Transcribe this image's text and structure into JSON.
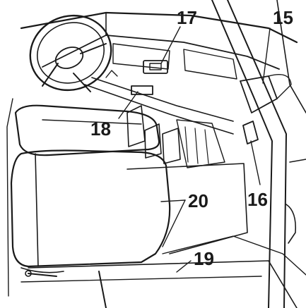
{
  "figure": {
    "callouts": [
      {
        "key": "c15",
        "label": "15"
      },
      {
        "key": "c16",
        "label": "16"
      },
      {
        "key": "c17",
        "label": "17"
      },
      {
        "key": "c18",
        "label": "18"
      },
      {
        "key": "c19",
        "label": "19"
      },
      {
        "key": "c20",
        "label": "20"
      }
    ],
    "colors": {
      "ink": "#1a1a1a",
      "paper": "#ffffff",
      "shade": "#bdbdbd"
    }
  }
}
